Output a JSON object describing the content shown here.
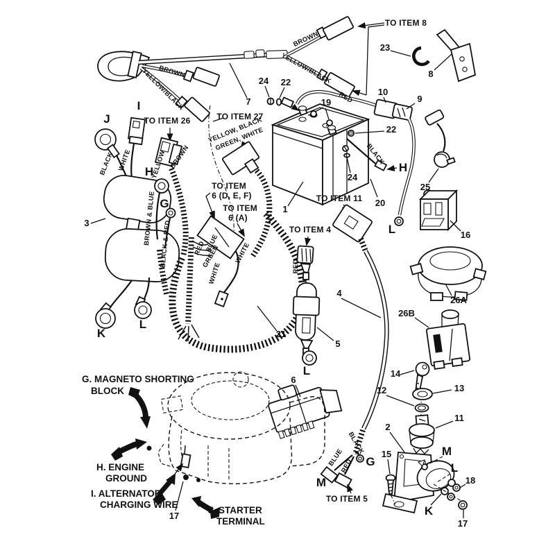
{
  "meta": {
    "description": "Engine electrical group exploded parts / wiring diagram"
  },
  "colors": {
    "ink": "#111111",
    "paper": "#ffffff"
  },
  "callouts": {
    "n1": "1",
    "n2": "2",
    "n3": "3",
    "n4": "4",
    "n5": "5",
    "n6": "6",
    "n7": "7",
    "n8": "8",
    "n9": "9",
    "n10": "10",
    "n11": "11",
    "n12": "12",
    "n13": "13",
    "n14": "14",
    "n15": "15",
    "n16": "16",
    "n17_sol": "17",
    "n17_eng": "17",
    "n18": "18",
    "n19": "19",
    "n20": "20",
    "n21": "21",
    "n22_top": "22",
    "n22_neg": "22",
    "n23": "23",
    "n24_top": "24",
    "n24_neg": "24",
    "n25": "25",
    "n26a": "26A",
    "n26b": "26B"
  },
  "letters": {
    "j": "J",
    "i": "I",
    "h_left": "H",
    "g_left": "G",
    "k_left": "K",
    "l_left": "L",
    "h_ground": "H",
    "l_cable": "L",
    "l_fuse": "L",
    "g_loom": "G",
    "m_loom": "M",
    "m_sol": "M",
    "l_sol": "L",
    "k_sol": "K"
  },
  "to_items": {
    "item8": "TO ITEM 8",
    "item26": "TO ITEM 26",
    "item27": "TO ITEM 27",
    "item6def_l1": "TO ITEM",
    "item6def_l2": "6 (D, E, F)",
    "item6a_l1": "TO ITEM",
    "item6a_l2": "6 (A)",
    "item11": "TO ITEM 11",
    "item4": "TO ITEM 4",
    "item5": "TO ITEM 5"
  },
  "wires": {
    "brown_tl": "BROWN",
    "yellowblack_tl": "YELLOW/BLACK",
    "brown_tr": "BROWN",
    "yellowblack_tr": "YELLOW/BLACK",
    "red_top": "RED",
    "black_ground": "BLACK",
    "black_left": "BLACK",
    "white_left": "WHITE",
    "yellow_mid": "YELLOW",
    "brown_mid": "BROWN",
    "brown_blue": "BROWN & BLUE",
    "black_red": "BLACK & RED",
    "conn27_l1": "YELLOW, BLACK",
    "conn27_l2": "GREEN, WHITE",
    "red_loom": "RED",
    "blue_loom": "BLUE",
    "green_loom": "GREEN",
    "white_loom_a": "WHITE",
    "white_loom_b": "WHITE",
    "red_fuse": "RED",
    "black_bottom": "BLACK",
    "blue_bottom": "BLUE",
    "red_bottom": "RED"
  },
  "engine": {
    "g_l1": "G. MAGNETO SHORTING",
    "g_l2": "BLOCK",
    "h_l1": "H. ENGINE",
    "h_l2": "GROUND",
    "i_l1": "I. ALTERNATOR",
    "i_l2": "CHARGING WIRE",
    "j_l1": "J. STARTER",
    "j_l2": "TERMINAL"
  }
}
